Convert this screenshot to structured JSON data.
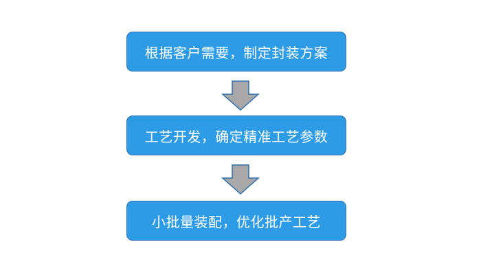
{
  "steps": [
    {
      "label": "根据客户需要，制定封装方案"
    },
    {
      "label": "工艺开发，确定精准工艺参数"
    },
    {
      "label": "小批量装配，优化批产工艺"
    }
  ],
  "colors": {
    "box_fill": "#2e9be6",
    "box_border": "#2a70ad",
    "arrow_fill": "#a9a7a7",
    "arrow_border": "#2a70ad"
  }
}
